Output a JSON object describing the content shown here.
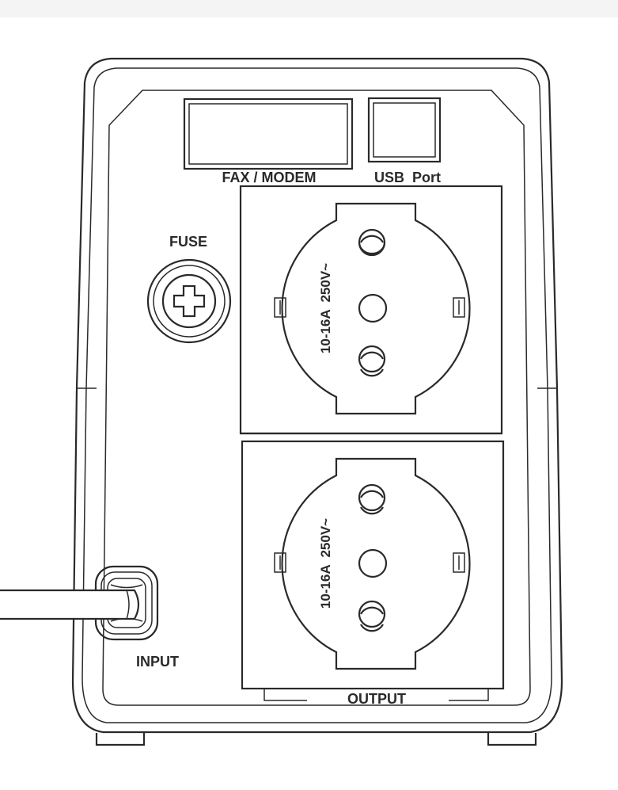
{
  "labels": {
    "fax_modem": "FAX / MODEM",
    "usb_port": "USB  Port",
    "fuse": "FUSE",
    "input": "INPUT",
    "output": "OUTPUT"
  },
  "sockets": [
    {
      "rating": "10-16A  250V~"
    },
    {
      "rating": "10-16A  250V~"
    }
  ],
  "colors": {
    "line": "#2a2a2a",
    "background": "#ffffff",
    "top_band": "#f4f4f4"
  }
}
